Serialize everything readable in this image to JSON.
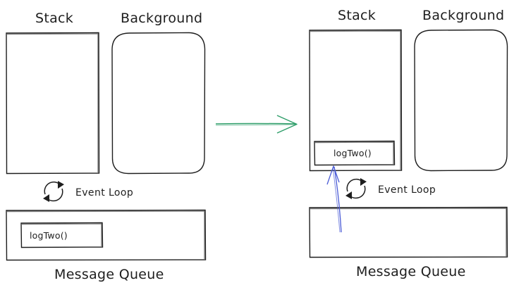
{
  "left": {
    "stack_label": "Stack",
    "background_label": "Background",
    "event_loop_label": "Event Loop",
    "queue_label": "Message Queue",
    "queue_item": "logTwo()"
  },
  "right": {
    "stack_label": "Stack",
    "background_label": "Background",
    "event_loop_label": "Event Loop",
    "queue_label": "Message Queue",
    "stack_item": "logTwo()"
  },
  "colors": {
    "stroke": "#1e1e1e",
    "transition_arrow": "#2f9e6a",
    "move_arrow": "#4a5bd6"
  },
  "icons": {
    "event_loop": "cycle-arrows-icon",
    "transition": "right-arrow-icon",
    "move": "up-arrow-icon"
  }
}
